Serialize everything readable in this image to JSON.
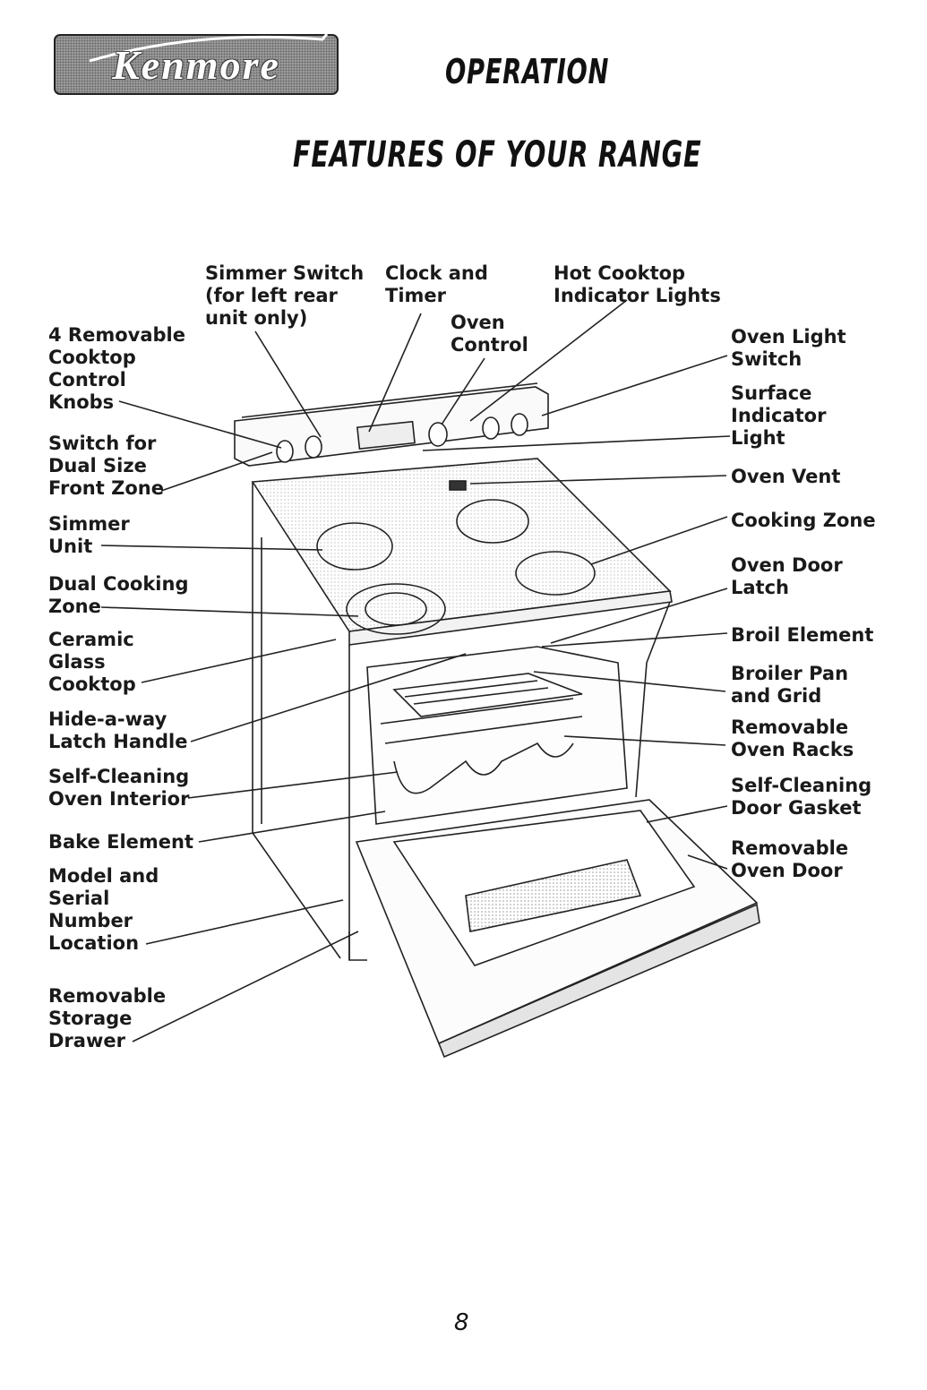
{
  "header": {
    "brand": "Kenmore",
    "title": "OPERATION"
  },
  "section_title": "FEATURES OF YOUR RANGE",
  "labels": {
    "simmer_switch": "Simmer Switch\n(for left rear\nunit only)",
    "clock_timer": "Clock and\nTimer",
    "oven_control": "Oven\nControl",
    "hot_cooktop": "Hot Cooktop\nIndicator Lights",
    "removable_knobs": "4 Removable\nCooktop\nControl\nKnobs",
    "switch_dual": "Switch for\nDual Size\nFront Zone",
    "simmer_unit": "Simmer\nUnit",
    "dual_cooking_zone": "Dual Cooking\nZone",
    "ceramic_glass": "Ceramic\nGlass\nCooktop",
    "hide_a_way": "Hide-a-way\nLatch Handle",
    "self_cleaning_interior": "Self-Cleaning\nOven Interior",
    "bake_element": "Bake Element",
    "model_serial": "Model and\nSerial\nNumber\nLocation",
    "storage_drawer": "Removable\nStorage\nDrawer",
    "oven_light_switch": "Oven Light\nSwitch",
    "surface_indicator": "Surface\nIndicator\nLight",
    "oven_vent": "Oven Vent",
    "cooking_zone": "Cooking Zone",
    "oven_door_latch": "Oven Door\nLatch",
    "broil_element": "Broil Element",
    "broiler_pan": "Broiler Pan\nand Grid",
    "oven_racks": "Removable\nOven Racks",
    "door_gasket": "Self-Cleaning\nDoor Gasket",
    "removable_door": "Removable\nOven Door"
  },
  "page_number": "8"
}
